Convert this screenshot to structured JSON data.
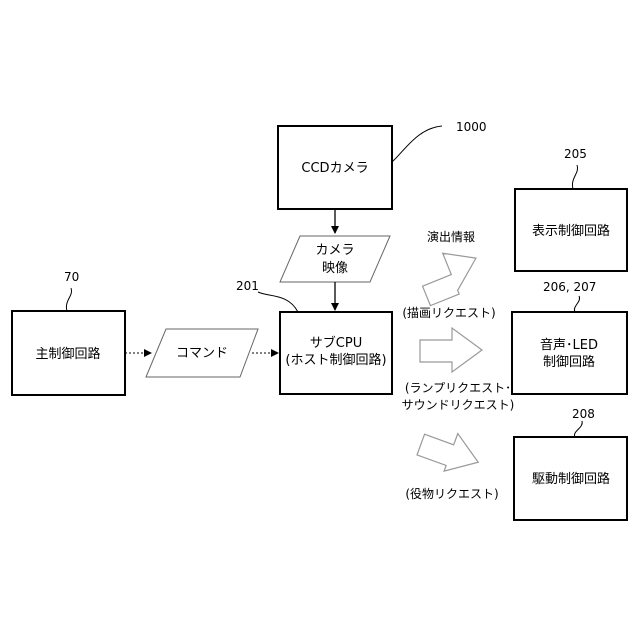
{
  "boxes": {
    "ccd_camera": "CCDカメラ",
    "main_control": "主制御回路",
    "sub_cpu_line1": "サブCPU",
    "sub_cpu_line2": "(ホスト制御回路)",
    "display_control": "表示制御回路",
    "sound_led_line1": "音声･LED",
    "sound_led_line2": "制御回路",
    "drive_control": "駆動制御回路"
  },
  "data_items": {
    "camera_image_line1": "カメラ",
    "camera_image_line2": "映像",
    "command": "コマンド"
  },
  "arrow_labels": {
    "effect_info": "演出情報",
    "draw_request": "(描画リクエスト)",
    "lamp_request_line1": "(ランプリクエスト･",
    "lamp_request_line2": "サウンドリクエスト)",
    "role_request": "(役物リクエスト)"
  },
  "refs": {
    "ccd": "1000",
    "main": "70",
    "sub_cpu": "201",
    "display": "205",
    "sound_led": "206, 207",
    "drive": "208"
  }
}
